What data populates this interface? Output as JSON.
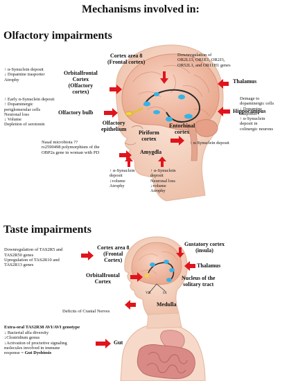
{
  "title": "Mechanisms involved in:",
  "olfactory": {
    "heading": "Olfactory impairments",
    "regions": {
      "cortex_area_8": "Cortex area 8\n(Frontal cortex)",
      "orbitofrontal": "Orbitalfrontal\nCortex\n(Olfactory\ncortex)",
      "thalamus": "Thalamus",
      "hippocampus": "Hippocampus",
      "olfactory_bulb": "Olfactory bulb",
      "olfactory_epithelium": "Olfactory\nepithelium",
      "piriform": "Piriform\ncortex",
      "entorhinal": "Entorhinal\ncortex",
      "amygdala": "Amygdla"
    },
    "notes": {
      "cortex_area_8": "Downregulation of\nOR2L13, OR1E1, OR2J3,\nOR52L1, and OR11H1 genes",
      "orbitofrontal": "↑ α-Synuclein deposit\n↓ Dopamine trasporter\nAtrophy",
      "olfactory_bulb": "↑ Early α-Synuclein deposit\n↑ Dopaminergic\nperiglomerular cells\nNeuronal loss\n↓ Volume\nDepletion of serotonin",
      "hippocampus": "Demage to\ndopaminergic cells\n↓ Dopamine\ntrasporter\n↑ α-Synuclein\ndeposit in\ncolinergic neurons",
      "nasal": "Nasal microbiota ??\nrs2590498 polymorphism of the\nOBP2a gene in woman with PD",
      "entorhinal": "↑ α-Synuclein deposit",
      "piriform": "↑ α-Synuclein\ndeposit\n↓volume\nAtrophy",
      "amygdala": "↑ α-Synuclein\ndeposit\nNeuronal loss\n↓volume\nAtrophy"
    }
  },
  "taste": {
    "heading": "Taste impairments",
    "regions": {
      "cortex_area_8": "Cortex area 8\n(Frontal\nCortex)",
      "gustatory": "Gustatory cortex\n(insula)",
      "thalamus": "Thalamus",
      "orbitofrontal": "Orbitalfrontal\nCortex",
      "nucleus": "Nucleus of the\nsolitary tract",
      "medulla": "Medulla",
      "gut": "Gut",
      "nerve_vii": "VII",
      "nerve_ix": "IX"
    },
    "notes": {
      "cortex_area_8": "Downregulation of TAS2R5 and\nTAS2R50 genes\nUpregulation of TAS2R10 and\nTAS2R13 genes",
      "cranial": "Deficits of Cranial Nerves",
      "gut_title": "Extra-oral TAS2R38 AVI/AVI genotype",
      "gut": "↓ Bacterial alfa diversity\n↓Clostridium genus\n↓Activation of proctetive signaling\nmolecules involved in immune\nresponse = ",
      "gut_emph": "Gut Dysbiosis"
    }
  },
  "colors": {
    "arrow": "#e0141c",
    "brain": "#efbfa6",
    "skin": "#f6d9c9",
    "node": "#35b3e6",
    "node_yellow": "#f5d33c",
    "intestine": "#d98a86",
    "stomach": "#e7a7a0"
  }
}
